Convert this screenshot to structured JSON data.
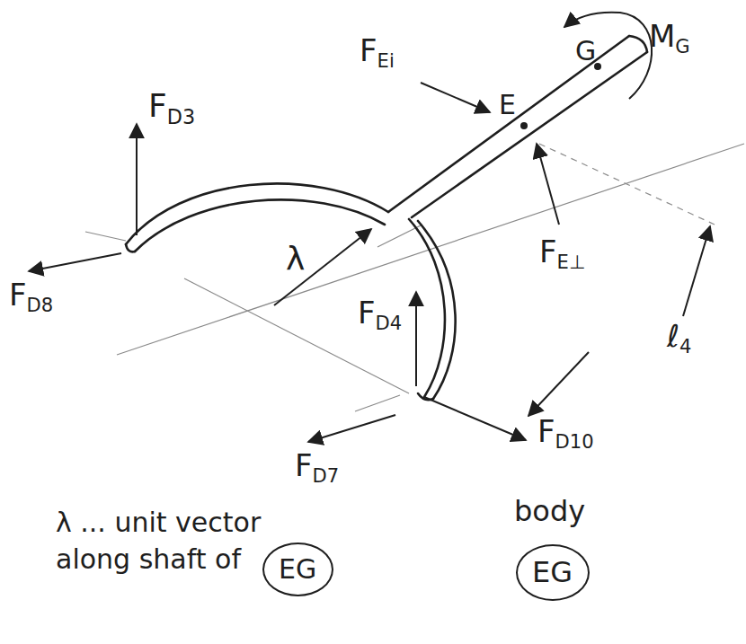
{
  "diagram": {
    "nodes": [
      {
        "text": [
          "EG"
        ]
      },
      {
        "text": [
          "EG"
        ]
      }
    ],
    "labels": [
      "MG",
      "G",
      "FEi",
      "E",
      "FD3",
      "FE⊥",
      "λ",
      "FD8",
      "FD4",
      "ℓ4",
      "FD10",
      "FD7",
      "λ ... unit vector along shaft of",
      "body"
    ]
  }
}
